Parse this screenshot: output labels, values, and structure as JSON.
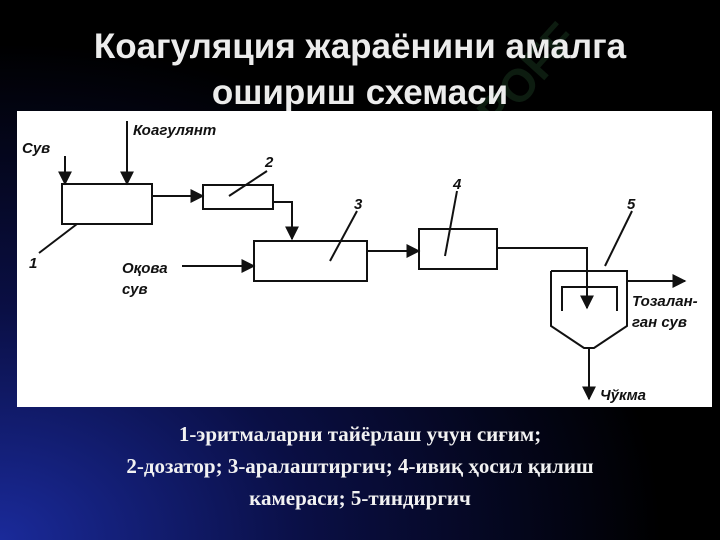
{
  "title": [
    "Коагуляция жараёнини амалга",
    "ошириш схемаси"
  ],
  "diagram": {
    "labels": {
      "water_in": "Сув",
      "coagulant": "Коагулянт",
      "raw_water": [
        "Оқова",
        "сув"
      ],
      "purified_water": [
        "Тозалан-",
        "ган сув"
      ],
      "sediment": "Чўкма",
      "num1": "1",
      "num2": "2",
      "num3": "3",
      "num4": "4",
      "num5": "5"
    }
  },
  "caption": [
    "1-эритмаларни тайёрлаш учун сиғим;",
    "2-дозатор; 3-аралаштиргич; 4-ивиқ ҳосил қилиш",
    "камераси; 5-тиндиргич"
  ],
  "watermark": "SPOFF",
  "colors": {
    "accent_green": "#5ac86e"
  }
}
